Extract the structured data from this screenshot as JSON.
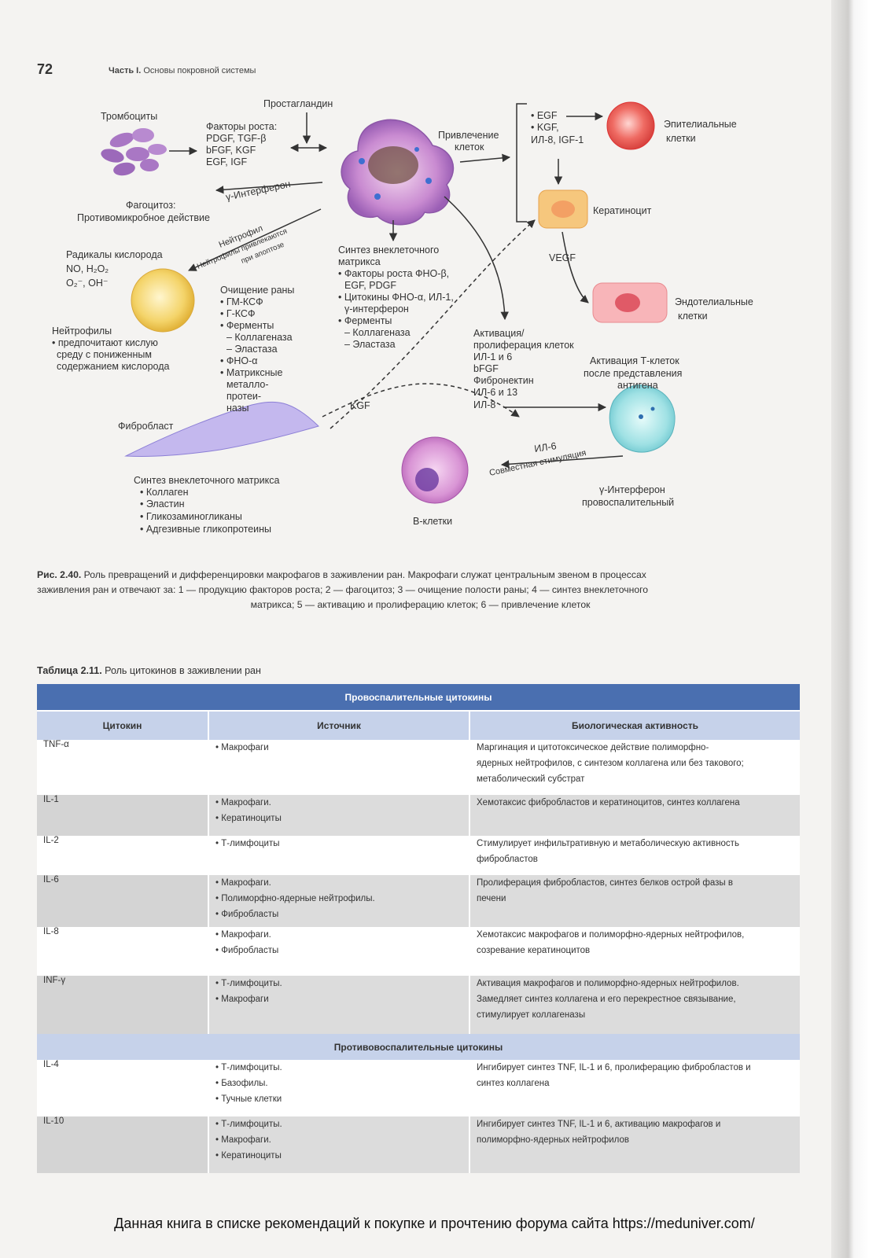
{
  "header": {
    "page_number": "72",
    "part_label": "Часть I.",
    "section_title": "Основы покровной системы"
  },
  "figure": {
    "labels": {
      "prostaglandin": "Простагландин",
      "platelets": "Тромбоциты",
      "growth_factors": [
        "Факторы роста:",
        "PDGF, TGF-β",
        "bFGF, KGF",
        "EGF, IGF"
      ],
      "recruitment": [
        "Привлечение",
        "клеток"
      ],
      "recruit_factors": [
        "• EGF",
        "• KGF,",
        "ИЛ-8, IGF-1"
      ],
      "epithelial": [
        "Эпителиальные",
        "клетки"
      ],
      "interferon": "γ-Интерферон",
      "phagocytosis": [
        "Фагоцитоз:",
        "Противомикробное действие"
      ],
      "neutrophil_arrow": "Нейтрофил",
      "neutrophils_attracted": [
        "Нейтрофилы привлекаются",
        "при апоптозе"
      ],
      "keratinocyte": "Кератиноцит",
      "oxygen_radicals": [
        "Радикалы кислорода",
        "NO, H₂O₂",
        "O₂⁻, OH⁻"
      ],
      "ecm_synthesis_macro": [
        "Синтез внеклеточного",
        "матрикса",
        "• Факторы роста ФНО-β,",
        "EGF, PDGF",
        "• Цитокины ФНО-α, ИЛ-1,",
        "γ-интерферон",
        "• Ферменты",
        "– Коллагеназа",
        "– Эластаза"
      ],
      "vegf": "VEGF",
      "endothelial": [
        "Эндотелиальные",
        "клетки"
      ],
      "wound_cleaning": [
        "Очищение раны",
        "• ГМ-КСФ",
        "• Г-КСФ",
        "• Ферменты",
        "– Коллагеназа",
        "– Эластаза",
        "• ФНО-α",
        "• Матриксные",
        "металло-",
        "протеи-",
        "назы"
      ],
      "neutrophils": [
        "Нейтрофилы",
        "• предпочитают кислую",
        "среду с пониженным",
        "содержанием кислорода"
      ],
      "activation": [
        "Активация/",
        "пролиферация клеток",
        "ИЛ-1 и 6",
        "bFGF",
        "Фибронектин",
        "ИЛ-6 и 13",
        "ИЛ-8"
      ],
      "t_activation": [
        "Активация Т-клеток",
        "после представления",
        "антигена"
      ],
      "kgf": "KGF",
      "fibroblast": "Фибробласт",
      "il6": "ИЛ-6",
      "costim": "Совместная стимуляция",
      "ifn_proinfl": [
        "γ-Интерферон",
        "провоспалительный"
      ],
      "b_cells": "В-клетки",
      "ecm_synthesis_fibro": [
        "Синтез внеклеточного матрикса",
        "• Коллаген",
        "• Эластин",
        "• Гликозаминогликаны",
        "• Адгезивные гликопротеины"
      ]
    }
  },
  "caption": {
    "label": "Рис. 2.40.",
    "line1": " Роль превращений и дифференцировки макрофагов в заживлении ран. Макрофаги служат центральным звеном в процессах",
    "line2": "заживления ран и отвечают за: 1 — продукцию факторов роста; 2 — фагоцитоз; 3 — очищение полости раны; 4 — синтез внеклеточного",
    "line3": "матрикса; 5 — активацию и пролиферацию клеток; 6 — привлечение клеток"
  },
  "table": {
    "label": "Таблица 2.11.",
    "title": " Роль цитокинов в заживлении ран",
    "section_pro": "Провоспалительные цитокины",
    "section_anti": "Противовоспалительные цитокины",
    "columns": [
      "Цитокин",
      "Источник",
      "Биологическая активность"
    ],
    "pro_rows": [
      {
        "cytokine": "TNF-α",
        "sources": [
          "• Макрофаги"
        ],
        "activity": [
          "Маргинация и цитотоксическое действие полиморфно-",
          "ядерных нейтрофилов, с синтезом коллагена или без такового;",
          "метаболический субстрат"
        ]
      },
      {
        "cytokine": "IL-1",
        "sources": [
          "• Макрофаги.",
          "• Кератиноциты"
        ],
        "activity": [
          "Хемотаксис фибробластов и кератиноцитов, синтез коллагена"
        ]
      },
      {
        "cytokine": "IL-2",
        "sources": [
          "• Т-лимфоциты"
        ],
        "activity": [
          "Стимулирует инфильтративную и метаболическую активность",
          "фибробластов"
        ]
      },
      {
        "cytokine": "IL-6",
        "sources": [
          "• Макрофаги.",
          "• Полиморфно-ядерные нейтрофилы.",
          "• Фибробласты"
        ],
        "activity": [
          "Пролиферация фибробластов, синтез белков острой фазы в",
          "печени"
        ]
      },
      {
        "cytokine": "IL-8",
        "sources": [
          "• Макрофаги.",
          "• Фибробласты"
        ],
        "activity": [
          "Хемотаксис макрофагов и полиморфно-ядерных нейтрофилов,",
          "созревание кератиноцитов"
        ]
      },
      {
        "cytokine": "INF-γ",
        "sources": [
          "• Т-лимфоциты.",
          "• Макрофаги"
        ],
        "activity": [
          "Активация макрофагов и полиморфно-ядерных нейтрофилов.",
          "Замедляет синтез коллагена и его перекрестное связывание,",
          "стимулирует коллагеназы"
        ]
      }
    ],
    "anti_rows": [
      {
        "cytokine": "IL-4",
        "sources": [
          "• Т-лимфоциты.",
          "• Базофилы.",
          "• Тучные клетки"
        ],
        "activity": [
          "Ингибирует синтез TNF, IL-1 и 6, пролиферацию фибробластов и",
          "синтез коллагена"
        ]
      },
      {
        "cytokine": "IL-10",
        "sources": [
          "• Т-лимфоциты.",
          "• Макрофаги.",
          "• Кератиноциты"
        ],
        "activity": [
          "Ингибирует синтез TNF, IL-1 и 6, активацию макрофагов и",
          "полиморфно-ядерных нейтрофилов"
        ]
      }
    ]
  },
  "footer": {
    "text": "Данная книга в списке рекомендаций к покупке и прочтению форума сайта https://meduniver.com/"
  },
  "colors": {
    "header_blue": "#4a6fb0",
    "header_light": "#c6d2ea",
    "row_grey": "#dcdcdc"
  }
}
